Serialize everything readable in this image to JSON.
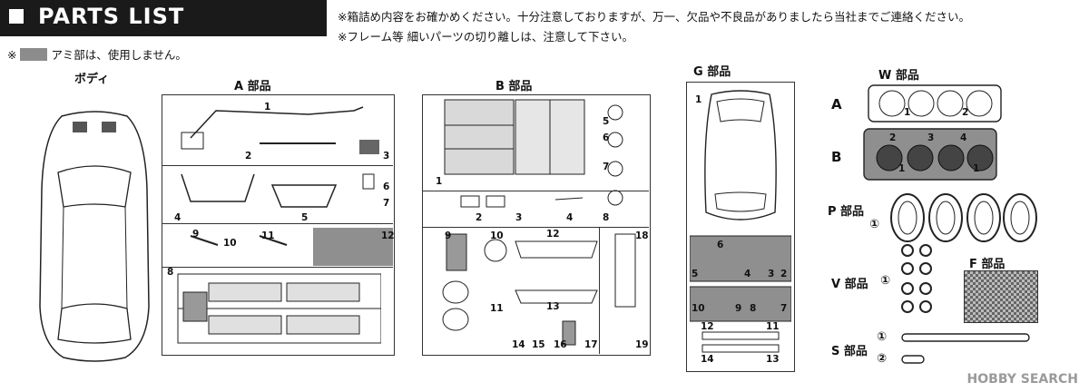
{
  "header": {
    "title": "PARTS LIST"
  },
  "notes": {
    "line1": "※箱詰め内容をお確かめください。十分注意しておりますが、万一、欠品や不良品がありましたら当社までご連絡ください。",
    "line2": "※フレーム等 細いパーツの切り離しは、注意して下さい。",
    "mesh_prefix": "※",
    "mesh_suffix": "アミ部は、使用しません。"
  },
  "labels": {
    "body": "ボディ",
    "a": "A 部品",
    "b": "B 部品",
    "g": "G 部品",
    "w": "W 部品",
    "p": "P 部品",
    "v": "V 部品",
    "f": "F 部品",
    "s": "S 部品",
    "w_row_a": "A",
    "w_row_b": "B",
    "circ1": "①",
    "circ2": "②"
  },
  "part_numbers": {
    "a": [
      "1",
      "2",
      "3",
      "4",
      "5",
      "6",
      "7",
      "8",
      "9",
      "10",
      "11",
      "12"
    ],
    "b": [
      "1",
      "2",
      "3",
      "4",
      "5",
      "6",
      "7",
      "8",
      "9",
      "10",
      "11",
      "12",
      "13",
      "14",
      "15",
      "16",
      "17",
      "18",
      "19"
    ],
    "g": [
      "1",
      "2",
      "3",
      "4",
      "5",
      "6",
      "7",
      "8",
      "9",
      "10",
      "11",
      "12",
      "13",
      "14"
    ],
    "w_a": [
      "1",
      "2"
    ],
    "w_b": [
      "1",
      "1",
      "2",
      "3",
      "4"
    ]
  },
  "watermark": "HOBBY SEARCH"
}
